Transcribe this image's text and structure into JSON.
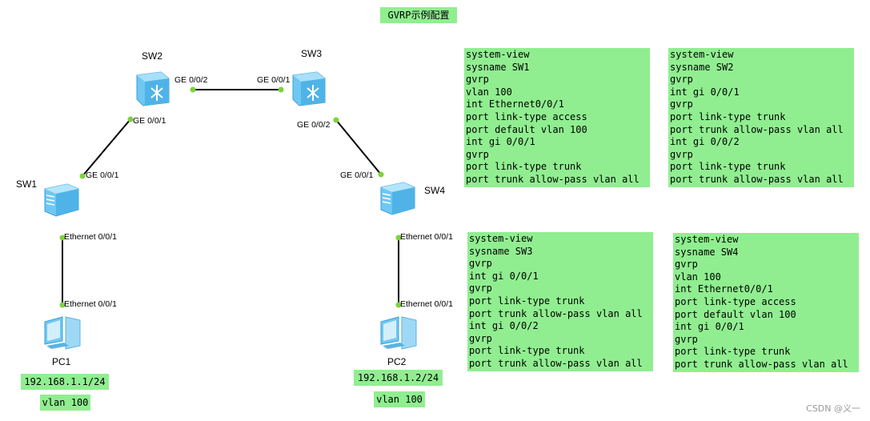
{
  "title": "GVRP示例配置",
  "devices": {
    "sw1": "SW1",
    "sw2": "SW2",
    "sw3": "SW3",
    "sw4": "SW4",
    "pc1": "PC1",
    "pc2": "PC2"
  },
  "ports": {
    "sw2_right": "GE 0/0/2",
    "sw3_left": "GE 0/0/1",
    "sw2_down": "GE 0/0/1",
    "sw1_up": "GE 0/0/1",
    "sw3_down": "GE 0/0/2",
    "sw4_up": "GE 0/0/1",
    "sw1_down": "Ethernet 0/0/1",
    "pc1_up": "Ethernet 0/0/1",
    "sw4_down": "Ethernet 0/0/1",
    "pc2_up": "Ethernet 0/0/1"
  },
  "pc1_info": {
    "ip": "192.168.1.1/24",
    "vlan": "vlan 100"
  },
  "pc2_info": {
    "ip": "192.168.1.2/24",
    "vlan": "vlan 100"
  },
  "configs": {
    "sw1": [
      "system-view",
      "sysname SW1",
      "gvrp",
      "vlan 100",
      "int Ethernet0/0/1",
      "port link-type access",
      "port default vlan 100",
      "int gi 0/0/1",
      "gvrp",
      "port link-type trunk",
      "port trunk allow-pass vlan all"
    ],
    "sw2": [
      "system-view",
      "sysname SW2",
      "gvrp",
      "int gi 0/0/1",
      "gvrp",
      "port link-type trunk",
      "port trunk allow-pass vlan all",
      "int gi 0/0/2",
      "gvrp",
      "port link-type trunk",
      "port trunk allow-pass vlan all"
    ],
    "sw3": [
      "system-view",
      "sysname SW3",
      "gvrp",
      "int gi 0/0/1",
      "gvrp",
      "port link-type trunk",
      "port trunk allow-pass vlan all",
      "int gi 0/0/2",
      "gvrp",
      "port link-type trunk",
      "port trunk allow-pass vlan all"
    ],
    "sw4": [
      "system-view",
      "sysname SW4",
      "gvrp",
      "vlan 100",
      "int Ethernet0/0/1",
      "port link-type access",
      "port default vlan 100",
      "int gi 0/0/1",
      "gvrp",
      "port link-type trunk",
      "port trunk allow-pass vlan all"
    ]
  },
  "watermark": "CSDN @义一",
  "colors": {
    "highlight": "#90ee90",
    "port_dot": "#7cd33a",
    "device": "#5bc0f0"
  }
}
